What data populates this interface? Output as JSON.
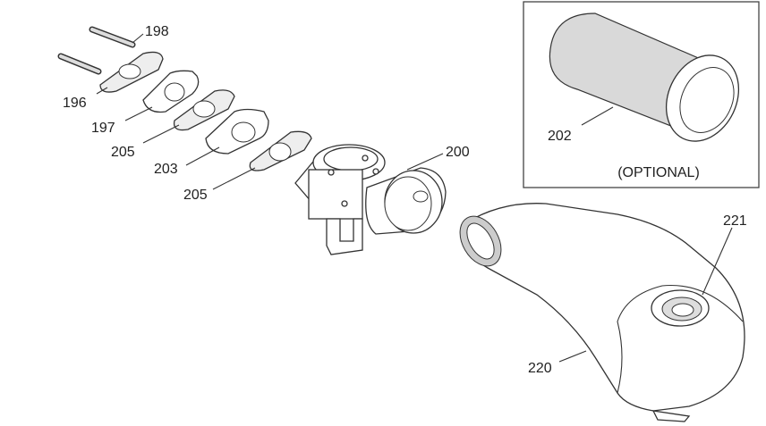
{
  "diagram_title": "",
  "callouts": {
    "c198": "198",
    "c196": "196",
    "c197": "197",
    "c205a": "205",
    "c203": "203",
    "c205b": "205",
    "c200": "200",
    "c202": "202",
    "c221": "221",
    "c220": "220"
  },
  "inset": {
    "note": "(OPTIONAL)"
  }
}
